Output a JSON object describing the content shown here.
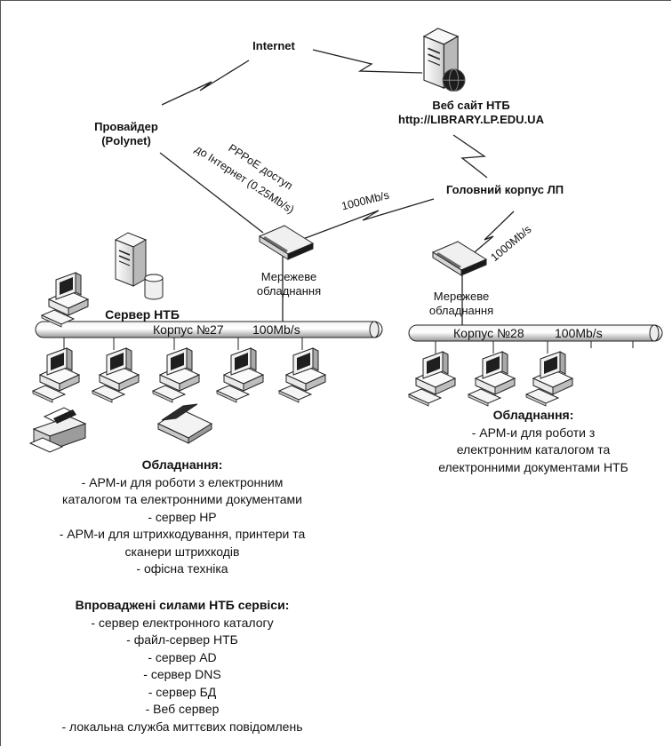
{
  "nodes": {
    "internet": "Internet",
    "web_site_title": "Веб сайт НТБ",
    "web_site_url": "http://LIBRARY.LP.EDU.UA",
    "provider_line1": "Провайдер",
    "provider_line2": "(Polynet)",
    "pppoe_line1": "PPPoE доступ",
    "pppoe_line2": "до Інтернет (0.25Mb/s)",
    "main_building": "Головний корпус ЛП",
    "link_1000_left": "1000Mb/s",
    "link_1000_right": "1000Mb/s",
    "net_equipment_left_1": "Мережеве",
    "net_equipment_left_2": "обладнання",
    "net_equipment_right_1": "Мережеве",
    "net_equipment_right_2": "обладнання",
    "server_ntb": "Сервер НТБ"
  },
  "buses": {
    "left_building": "Корпус №27",
    "left_speed": "100Mb/s",
    "right_building": "Корпус №28",
    "right_speed": "100Mb/s"
  },
  "equipment_left": {
    "title": "Обладнання:",
    "lines": [
      "- АРМ-и для роботи з електронним",
      "каталогом та електронними документами",
      "- сервер НР",
      "- АРМ-и для штрихкодування, принтери та",
      "сканери штрихкодів",
      "- офісна техніка"
    ]
  },
  "services": {
    "title": "Впроваджені силами НТБ сервіси:",
    "lines": [
      "- сервер електронного каталогу",
      "- файл-сервер НТБ",
      "- сервер AD",
      "- сервер DNS",
      "- сервер БД",
      "- Веб сервер",
      "- локальна служба миттєвих повідомлень"
    ]
  },
  "equipment_right": {
    "title": "Обладнання:",
    "lines": [
      "- АРМ-и для роботи з",
      "електронним каталогом та",
      "електронними документами НТБ"
    ]
  }
}
